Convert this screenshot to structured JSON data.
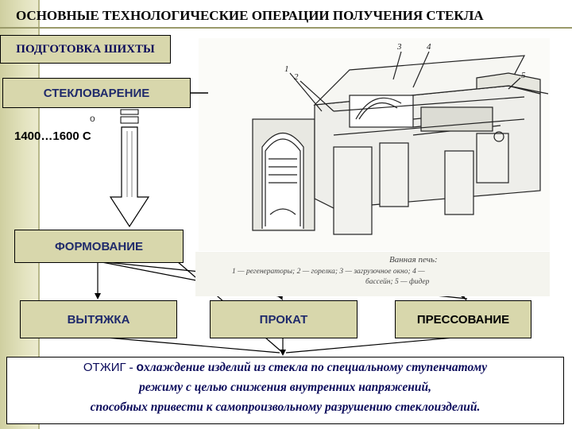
{
  "title": "ОСНОВНЫЕ ТЕХНОЛОГИЧЕСКИЕ ОПЕРАЦИИ ПОЛУЧЕНИЯ СТЕКЛА",
  "steps": {
    "prep": "ПОДГОТОВКА ШИХТЫ",
    "melt": "СТЕКЛОВАРЕНИЕ",
    "temperature": "1400…1600 С",
    "degree": "o",
    "forming": "ФОРМОВАНИЕ",
    "drawing": "ВЫТЯЖКА",
    "rolling": "ПРОКАТ",
    "pressing": "ПРЕССОВАНИЕ"
  },
  "annealing": {
    "head": "ОТЖИГ",
    "dash": "-",
    "line1_first": "о",
    "line1_rest": "хлаждение изделий из стекла по специальному ступенчатому",
    "line2": "режиму  с целью снижения внутренних напряжений,",
    "line3": "способных привести к самопроизвольному разрушению стеклоизделий."
  },
  "illustration": {
    "caption_title": "Ванная печь:",
    "caption_line1": "1 — регенераторы;  2 — горелка;  3 — загрузочное  окно;  4 —",
    "caption_line2": "бассейн;  5 — фидер",
    "callouts": [
      "1",
      "2",
      "3",
      "4",
      "5"
    ]
  },
  "colors": {
    "box_fill": "#d8d7ac",
    "left_bar": "#d9d9b0",
    "text_blue": "#1f2a6b"
  }
}
